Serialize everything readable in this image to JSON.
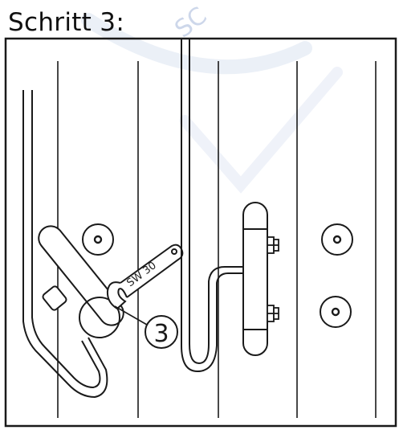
{
  "step": {
    "title": "Schritt 3:"
  },
  "labels": {
    "wrench_size": "SW 30",
    "callout_number": "3"
  },
  "watermark": {
    "text": "SC",
    "color": "#c8d3e8"
  },
  "colors": {
    "line": "#1a1a1a",
    "background": "#ffffff"
  }
}
